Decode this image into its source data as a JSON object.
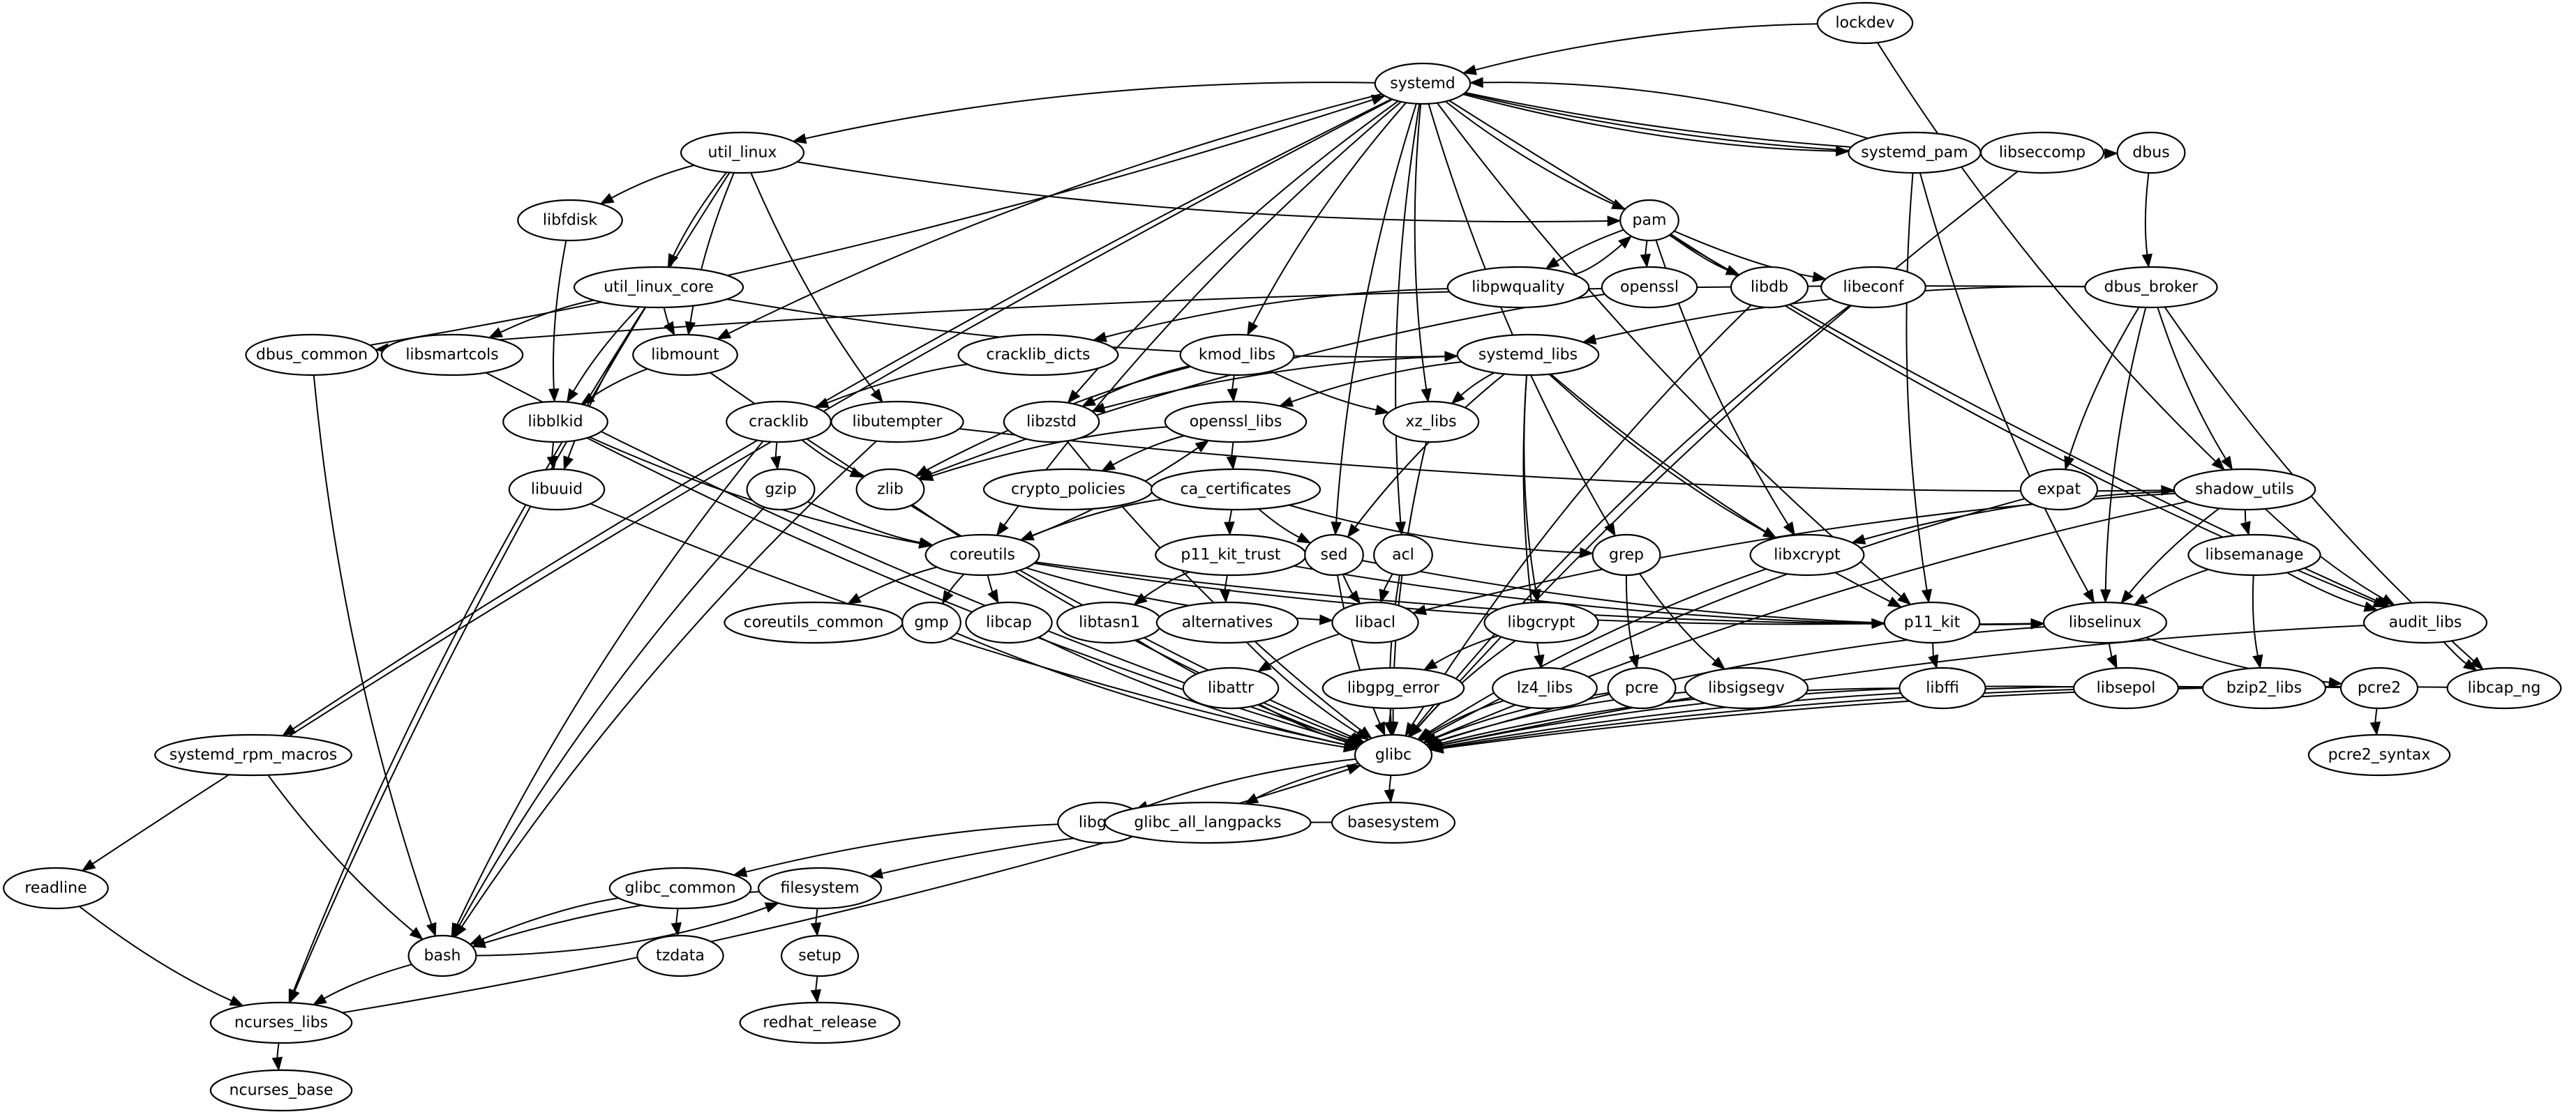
{
  "title": "Package dependency graph",
  "graph": {
    "nodes": [
      {
        "id": "lockdev",
        "label": "lockdev"
      },
      {
        "id": "systemd",
        "label": "systemd"
      },
      {
        "id": "util_linux",
        "label": "util_linux"
      },
      {
        "id": "systemd_pam",
        "label": "systemd_pam"
      },
      {
        "id": "libseccomp",
        "label": "libseccomp"
      },
      {
        "id": "dbus",
        "label": "dbus"
      },
      {
        "id": "libfdisk",
        "label": "libfdisk"
      },
      {
        "id": "pam",
        "label": "pam"
      },
      {
        "id": "util_linux_core",
        "label": "util_linux_core"
      },
      {
        "id": "libpwquality",
        "label": "libpwquality"
      },
      {
        "id": "openssl",
        "label": "openssl"
      },
      {
        "id": "libdb",
        "label": "libdb"
      },
      {
        "id": "libeconf",
        "label": "libeconf"
      },
      {
        "id": "dbus_broker",
        "label": "dbus_broker"
      },
      {
        "id": "dbus_common",
        "label": "dbus_common"
      },
      {
        "id": "libsmartcols",
        "label": "libsmartcols"
      },
      {
        "id": "libmount",
        "label": "libmount"
      },
      {
        "id": "cracklib_dicts",
        "label": "cracklib_dicts"
      },
      {
        "id": "kmod_libs",
        "label": "kmod_libs"
      },
      {
        "id": "systemd_libs",
        "label": "systemd_libs"
      },
      {
        "id": "libblkid",
        "label": "libblkid"
      },
      {
        "id": "cracklib",
        "label": "cracklib"
      },
      {
        "id": "libutempter",
        "label": "libutempter"
      },
      {
        "id": "libzstd",
        "label": "libzstd"
      },
      {
        "id": "openssl_libs",
        "label": "openssl_libs"
      },
      {
        "id": "xz_libs",
        "label": "xz_libs"
      },
      {
        "id": "libuuid",
        "label": "libuuid"
      },
      {
        "id": "gzip",
        "label": "gzip"
      },
      {
        "id": "zlib",
        "label": "zlib"
      },
      {
        "id": "crypto_policies",
        "label": "crypto_policies"
      },
      {
        "id": "ca_certificates",
        "label": "ca_certificates"
      },
      {
        "id": "expat",
        "label": "expat"
      },
      {
        "id": "shadow_utils",
        "label": "shadow_utils"
      },
      {
        "id": "coreutils",
        "label": "coreutils"
      },
      {
        "id": "p11_kit_trust",
        "label": "p11_kit_trust"
      },
      {
        "id": "sed",
        "label": "sed"
      },
      {
        "id": "acl",
        "label": "acl"
      },
      {
        "id": "grep",
        "label": "grep"
      },
      {
        "id": "libxcrypt",
        "label": "libxcrypt"
      },
      {
        "id": "libsemanage",
        "label": "libsemanage"
      },
      {
        "id": "coreutils_common",
        "label": "coreutils_common"
      },
      {
        "id": "gmp",
        "label": "gmp"
      },
      {
        "id": "libcap",
        "label": "libcap"
      },
      {
        "id": "libtasn1",
        "label": "libtasn1"
      },
      {
        "id": "alternatives",
        "label": "alternatives"
      },
      {
        "id": "libacl",
        "label": "libacl"
      },
      {
        "id": "libgcrypt",
        "label": "libgcrypt"
      },
      {
        "id": "p11_kit",
        "label": "p11_kit"
      },
      {
        "id": "libselinux",
        "label": "libselinux"
      },
      {
        "id": "audit_libs",
        "label": "audit_libs"
      },
      {
        "id": "libattr",
        "label": "libattr"
      },
      {
        "id": "libgpg_error",
        "label": "libgpg_error"
      },
      {
        "id": "lz4_libs",
        "label": "lz4_libs"
      },
      {
        "id": "pcre",
        "label": "pcre"
      },
      {
        "id": "libsigsegv",
        "label": "libsigsegv"
      },
      {
        "id": "libffi",
        "label": "libffi"
      },
      {
        "id": "libsepol",
        "label": "libsepol"
      },
      {
        "id": "bzip2_libs",
        "label": "bzip2_libs"
      },
      {
        "id": "pcre2",
        "label": "pcre2"
      },
      {
        "id": "libcap_ng",
        "label": "libcap_ng"
      },
      {
        "id": "systemd_rpm_macros",
        "label": "systemd_rpm_macros"
      },
      {
        "id": "glibc",
        "label": "glibc"
      },
      {
        "id": "pcre2_syntax",
        "label": "pcre2_syntax"
      },
      {
        "id": "libgcc",
        "label": "libgcc"
      },
      {
        "id": "glibc_all_langpacks",
        "label": "glibc_all_langpacks"
      },
      {
        "id": "basesystem",
        "label": "basesystem"
      },
      {
        "id": "readline",
        "label": "readline"
      },
      {
        "id": "glibc_common",
        "label": "glibc_common"
      },
      {
        "id": "filesystem",
        "label": "filesystem"
      },
      {
        "id": "bash",
        "label": "bash"
      },
      {
        "id": "tzdata",
        "label": "tzdata"
      },
      {
        "id": "setup",
        "label": "setup"
      },
      {
        "id": "ncurses_libs",
        "label": "ncurses_libs"
      },
      {
        "id": "redhat_release",
        "label": "redhat_release"
      },
      {
        "id": "ncurses_base",
        "label": "ncurses_base"
      }
    ],
    "edges": [
      [
        "lockdev",
        "systemd"
      ],
      [
        "lockdev",
        "shadow_utils"
      ],
      [
        "systemd",
        "util_linux"
      ],
      [
        "systemd",
        "systemd_pam"
      ],
      [
        "systemd",
        "libseccomp"
      ],
      [
        "systemd",
        "dbus"
      ],
      [
        "systemd",
        "pam"
      ],
      [
        "systemd",
        "kmod_libs"
      ],
      [
        "systemd",
        "libmount"
      ],
      [
        "systemd",
        "libzstd"
      ],
      [
        "systemd",
        "xz_libs"
      ],
      [
        "systemd",
        "sed"
      ],
      [
        "systemd",
        "acl"
      ],
      [
        "systemd",
        "grep"
      ],
      [
        "systemd",
        "p11_kit"
      ],
      [
        "systemd",
        "audit_libs"
      ],
      [
        "systemd",
        "systemd_rpm_macros"
      ],
      [
        "systemd",
        "coreutils"
      ],
      [
        "systemd_pam",
        "systemd"
      ],
      [
        "dbus_common",
        "systemd"
      ],
      [
        "systemd",
        "readline"
      ],
      [
        "util_linux",
        "libfdisk"
      ],
      [
        "util_linux",
        "pam"
      ],
      [
        "util_linux",
        "util_linux_core"
      ],
      [
        "util_linux",
        "libmount"
      ],
      [
        "util_linux",
        "libutempter"
      ],
      [
        "util_linux",
        "ncurses_libs"
      ],
      [
        "libfdisk",
        "libblkid"
      ],
      [
        "pam",
        "libpwquality"
      ],
      [
        "libpwquality",
        "pam"
      ],
      [
        "pam",
        "openssl"
      ],
      [
        "pam",
        "libdb"
      ],
      [
        "pam",
        "libeconf"
      ],
      [
        "pam",
        "libxcrypt"
      ],
      [
        "pam",
        "audit_libs"
      ],
      [
        "systemd_pam",
        "p11_kit"
      ],
      [
        "systemd_pam",
        "libselinux"
      ],
      [
        "libseccomp",
        "glibc"
      ],
      [
        "dbus",
        "dbus_broker"
      ],
      [
        "util_linux_core",
        "libsmartcols"
      ],
      [
        "util_linux_core",
        "libmount"
      ],
      [
        "util_linux_core",
        "libblkid"
      ],
      [
        "util_linux_core",
        "libuuid"
      ],
      [
        "util_linux_core",
        "systemd_libs"
      ],
      [
        "util_linux_core",
        "ncurses_libs"
      ],
      [
        "libpwquality",
        "cracklib_dicts"
      ],
      [
        "openssl",
        "zlib"
      ],
      [
        "libdb",
        "glibc"
      ],
      [
        "libeconf",
        "glibc"
      ],
      [
        "dbus_broker",
        "dbus_common"
      ],
      [
        "dbus_broker",
        "systemd_libs"
      ],
      [
        "dbus_broker",
        "expat"
      ],
      [
        "dbus_broker",
        "shadow_utils"
      ],
      [
        "dbus_broker",
        "libselinux"
      ],
      [
        "dbus_broker",
        "libcap_ng"
      ],
      [
        "dbus_common",
        "bash"
      ],
      [
        "libsmartcols",
        "glibc"
      ],
      [
        "libmount",
        "libblkid"
      ],
      [
        "libmount",
        "glibc"
      ],
      [
        "cracklib_dicts",
        "cracklib"
      ],
      [
        "kmod_libs",
        "libzstd"
      ],
      [
        "kmod_libs",
        "openssl_libs"
      ],
      [
        "kmod_libs",
        "xz_libs"
      ],
      [
        "kmod_libs",
        "zlib"
      ],
      [
        "systemd_libs",
        "libzstd"
      ],
      [
        "systemd_libs",
        "openssl_libs"
      ],
      [
        "systemd_libs",
        "xz_libs"
      ],
      [
        "systemd_libs",
        "sed"
      ],
      [
        "systemd_libs",
        "libgcrypt"
      ],
      [
        "systemd_libs",
        "lz4_libs"
      ],
      [
        "systemd_libs",
        "libxcrypt"
      ],
      [
        "systemd_libs",
        "p11_kit"
      ],
      [
        "libblkid",
        "libuuid"
      ],
      [
        "libblkid",
        "coreutils"
      ],
      [
        "libblkid",
        "glibc"
      ],
      [
        "cracklib",
        "gzip"
      ],
      [
        "cracklib",
        "zlib"
      ],
      [
        "cracklib",
        "bash"
      ],
      [
        "libutempter",
        "shadow_utils"
      ],
      [
        "libutempter",
        "bash"
      ],
      [
        "libzstd",
        "glibc"
      ],
      [
        "openssl_libs",
        "zlib"
      ],
      [
        "openssl_libs",
        "crypto_policies"
      ],
      [
        "openssl_libs",
        "ca_certificates"
      ],
      [
        "xz_libs",
        "glibc"
      ],
      [
        "libuuid",
        "glibc"
      ],
      [
        "gzip",
        "coreutils"
      ],
      [
        "gzip",
        "bash"
      ],
      [
        "zlib",
        "glibc"
      ],
      [
        "ca_certificates",
        "coreutils"
      ],
      [
        "ca_certificates",
        "p11_kit_trust"
      ],
      [
        "ca_certificates",
        "sed"
      ],
      [
        "ca_certificates",
        "grep"
      ],
      [
        "coreutils",
        "openssl_libs"
      ],
      [
        "expat",
        "glibc"
      ],
      [
        "shadow_utils",
        "libxcrypt"
      ],
      [
        "shadow_utils",
        "libacl"
      ],
      [
        "shadow_utils",
        "libsemanage"
      ],
      [
        "shadow_utils",
        "libselinux"
      ],
      [
        "shadow_utils",
        "audit_libs"
      ],
      [
        "shadow_utils",
        "glibc"
      ],
      [
        "coreutils",
        "coreutils_common"
      ],
      [
        "coreutils",
        "gmp"
      ],
      [
        "coreutils",
        "libcap"
      ],
      [
        "coreutils",
        "libacl"
      ],
      [
        "coreutils",
        "libselinux"
      ],
      [
        "coreutils",
        "p11_kit"
      ],
      [
        "p11_kit_trust",
        "libtasn1"
      ],
      [
        "p11_kit_trust",
        "alternatives"
      ],
      [
        "p11_kit_trust",
        "libselinux"
      ],
      [
        "sed",
        "libacl"
      ],
      [
        "sed",
        "glibc"
      ],
      [
        "sed",
        "libselinux"
      ],
      [
        "acl",
        "libacl"
      ],
      [
        "acl",
        "glibc"
      ],
      [
        "grep",
        "pcre"
      ],
      [
        "grep",
        "libsigsegv"
      ],
      [
        "libxcrypt",
        "glibc"
      ],
      [
        "libsemanage",
        "libselinux"
      ],
      [
        "libsemanage",
        "audit_libs"
      ],
      [
        "libsemanage",
        "bzip2_libs"
      ],
      [
        "gmp",
        "glibc"
      ],
      [
        "libcap",
        "glibc"
      ],
      [
        "libtasn1",
        "glibc"
      ],
      [
        "alternatives",
        "glibc"
      ],
      [
        "libacl",
        "libattr"
      ],
      [
        "libgcrypt",
        "libgpg_error"
      ],
      [
        "libgcrypt",
        "glibc"
      ],
      [
        "p11_kit",
        "libffi"
      ],
      [
        "libselinux",
        "libsepol"
      ],
      [
        "libselinux",
        "pcre2"
      ],
      [
        "libselinux",
        "glibc"
      ],
      [
        "audit_libs",
        "libcap_ng"
      ],
      [
        "audit_libs",
        "glibc"
      ],
      [
        "libattr",
        "glibc"
      ],
      [
        "libgpg_error",
        "glibc"
      ],
      [
        "lz4_libs",
        "glibc"
      ],
      [
        "pcre",
        "glibc"
      ],
      [
        "libsigsegv",
        "glibc"
      ],
      [
        "libffi",
        "glibc"
      ],
      [
        "libsepol",
        "glibc"
      ],
      [
        "bzip2_libs",
        "glibc"
      ],
      [
        "pcre2",
        "glibc"
      ],
      [
        "pcre2",
        "pcre2_syntax"
      ],
      [
        "libcap_ng",
        "glibc"
      ],
      [
        "systemd_rpm_macros",
        "bash"
      ],
      [
        "glibc",
        "libgcc"
      ],
      [
        "glibc",
        "glibc_all_langpacks"
      ],
      [
        "glibc",
        "basesystem"
      ],
      [
        "ncurses_libs",
        "glibc"
      ],
      [
        "glibc_all_langpacks",
        "glibc_common"
      ],
      [
        "basesystem",
        "filesystem"
      ],
      [
        "readline",
        "ncurses_libs"
      ],
      [
        "glibc_common",
        "bash"
      ],
      [
        "glibc_common",
        "tzdata"
      ],
      [
        "filesystem",
        "bash"
      ],
      [
        "bash",
        "filesystem"
      ],
      [
        "filesystem",
        "setup"
      ],
      [
        "bash",
        "ncurses_libs"
      ],
      [
        "setup",
        "redhat_release"
      ],
      [
        "ncurses_libs",
        "ncurses_base"
      ]
    ]
  }
}
